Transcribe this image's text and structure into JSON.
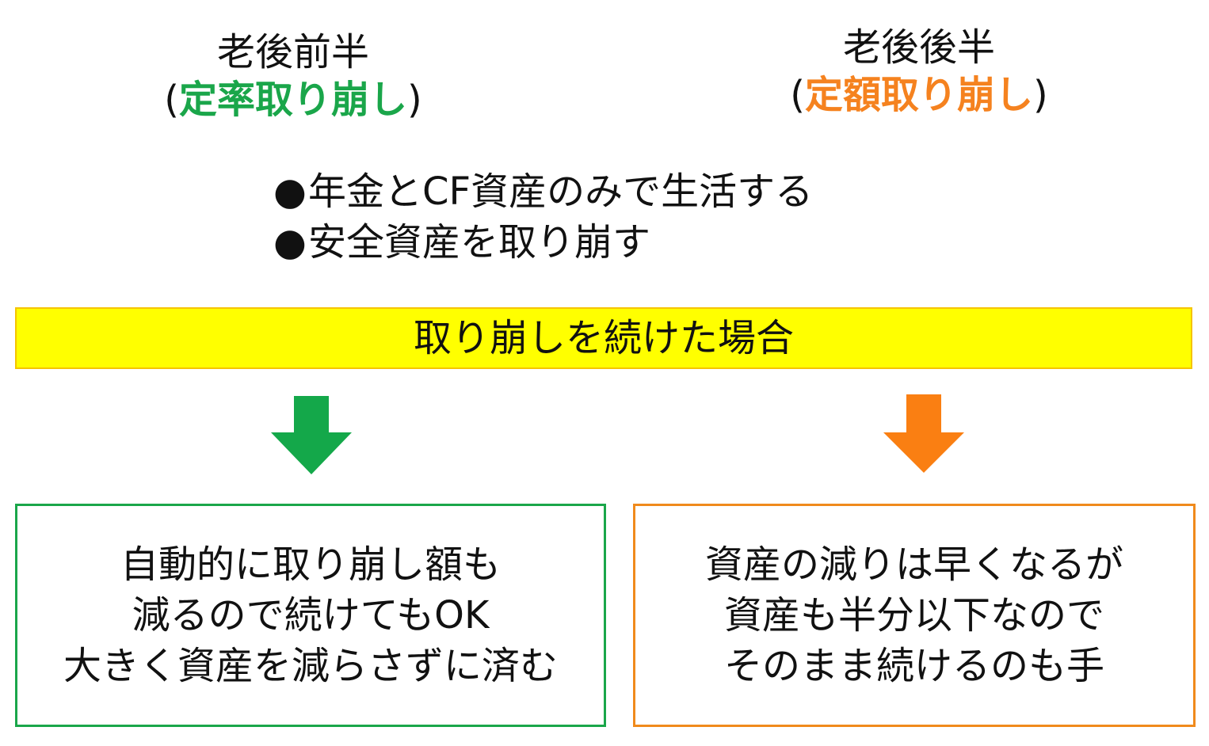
{
  "left_column": {
    "title": "老後前半",
    "paren_open": "(",
    "method": "定率取り崩し",
    "paren_close": ")",
    "accent_color": "#1aa64a"
  },
  "right_column": {
    "title": "老後後半",
    "paren_open": "(",
    "method": "定額取り崩し",
    "paren_close": ")",
    "accent_color": "#f5821f"
  },
  "bullets": [
    {
      "marker": "●",
      "text": "年金とCF資産のみで生活する"
    },
    {
      "marker": "●",
      "text": "安全資産を取り崩す"
    }
  ],
  "banner": {
    "text": "取り崩しを続けた場合",
    "background": "#ffff00"
  },
  "arrows": [
    {
      "icon": "arrow-down-icon",
      "color": "#14a84a"
    },
    {
      "icon": "arrow-down-icon",
      "color": "#fa7f12"
    }
  ],
  "left_result": {
    "lines": [
      "自動的に取り崩し額も",
      "減るので続けてもOK",
      "大きく資産を減らさずに済む"
    ],
    "border_color": "#1aa64a"
  },
  "right_result": {
    "lines": [
      "資産の減りは早くなるが",
      "資産も半分以下なので",
      "そのまま続けるのも手"
    ],
    "border_color": "#f08a1c"
  }
}
